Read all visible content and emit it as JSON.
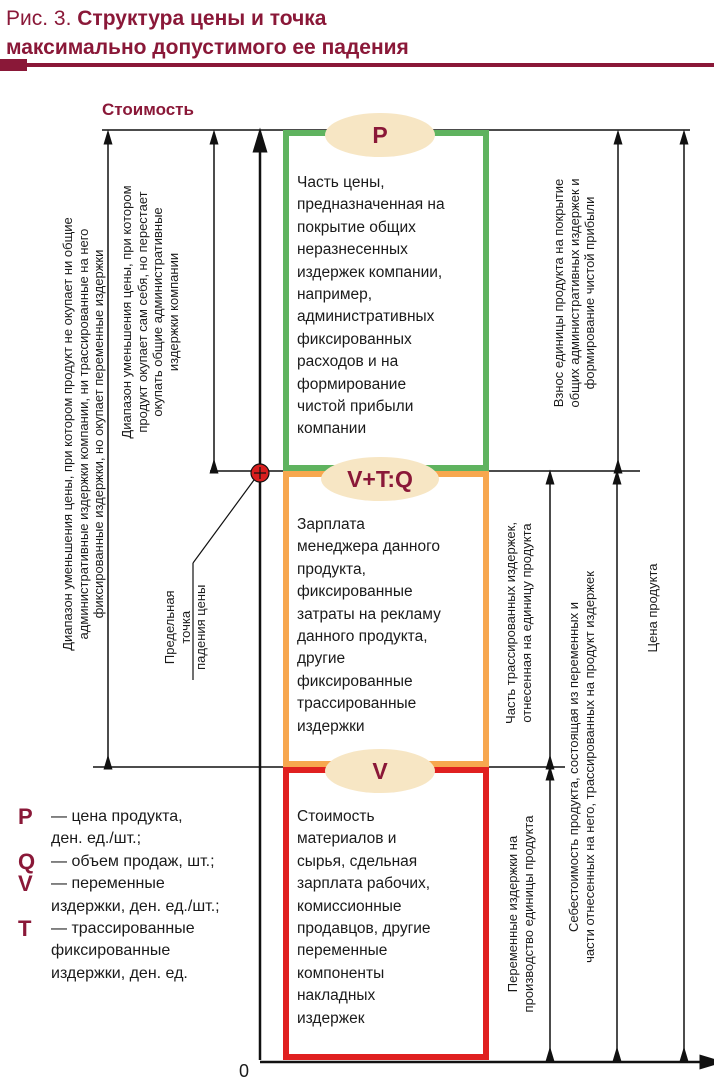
{
  "title": {
    "figure": "Рис. 3.",
    "line1": "Структура цены и точка",
    "line2": "максимально допустимого ее падения"
  },
  "axis": {
    "y_label": "Стоимость",
    "origin": "0"
  },
  "boxes": [
    {
      "label": "P",
      "text": "Часть цены,\nпредназначенная на\nпокрытие общих\nнеразнесенных\nиздержек компании,\nнапример,\nадминистративных\nфиксированных\nрасходов и на\nформирование\nчистой прибыли\nкомпании",
      "color": "#5fb35f"
    },
    {
      "label": "V+T:Q",
      "text": "Зарплата\nменеджера данного\nпродукта,\nфиксированные\nзатраты на рекламу\nданного продукта,\nдругие\nфиксированные\nтрассированные\nиздержки",
      "color": "#f7a74f"
    },
    {
      "label": "V",
      "text": "Стоимость\nматериалов и\nсырья, сдельная\nзарплата рабочих,\nкомиссионные\nпродавцов, другие\nпеременные\nкомпоненты\nнакладных\nиздержек",
      "color": "#e02020"
    }
  ],
  "left_ranges": {
    "outer": "Диапазон уменьшения цены, при котором продукт не окупает ни общие\nадминистративные издержки компании, ни трассированные на него\nфиксированные издержки, но окупает переменные издержки",
    "inner": "Диапазон уменьшения цены, при котором\nпродукт окупает сам себя, но перестает\nокупать общие административные\nиздержки компании"
  },
  "limit_point": "Предельная точка\nпадения цены",
  "right_ranges": {
    "contribution": "Взнос единицы продукта на покрытие\nобщих административных издержек и\nформирование чистой прибыли",
    "traced": "Часть трассированных издержек,\nотнесенная на единицу продукта",
    "variable": "Переменные издержки на\nпроизводство единицы продукта",
    "cost": "Себестоимость продукта, состоящая из переменных и\nчасти отнесенных на него, трассированных на продукт издержек",
    "price": "Цена продукта"
  },
  "legend": [
    {
      "symbol": "P",
      "text": "— цена продукта,\nден. ед./шт.;"
    },
    {
      "symbol": "Q",
      "text": "— объем продаж, шт.;"
    },
    {
      "symbol": "V",
      "text": "— переменные\nиздержки, ден. ед./шт.;"
    },
    {
      "symbol": "T",
      "text": "— трассированные\nфиксированные\nиздержки, ден. ед."
    }
  ],
  "colors": {
    "accent": "#8a1838",
    "label_fill": "#f7e6c4",
    "limit_marker": "#d81e1e"
  }
}
